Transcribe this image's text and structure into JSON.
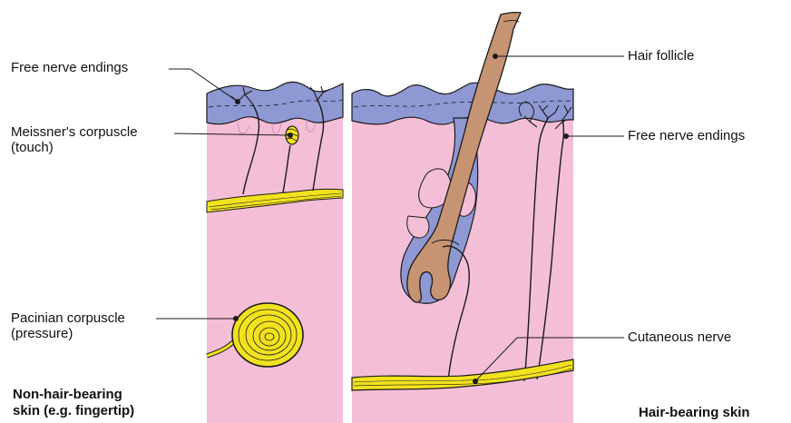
{
  "labels": {
    "free_nerve_endings_left": "Free nerve endings",
    "meissner_title": "Meissner's corpuscle",
    "meissner_sub": "(touch)",
    "pacinian_title": "Pacinian corpuscle",
    "pacinian_sub": "(pressure)",
    "hair_follicle": "Hair follicle",
    "free_nerve_endings_right": "Free nerve endings",
    "cutaneous_nerve": "Cutaneous nerve"
  },
  "captions": {
    "left_line1": "Non-hair-bearing",
    "left_line2": "skin (e.g. fingertip)",
    "right": "Hair-bearing skin"
  },
  "colors": {
    "dermis": "#f4bfd6",
    "epidermis": "#8e98d2",
    "nerve": "#f2e21e",
    "hair": "#c69473",
    "outline": "#1a1a1a"
  }
}
